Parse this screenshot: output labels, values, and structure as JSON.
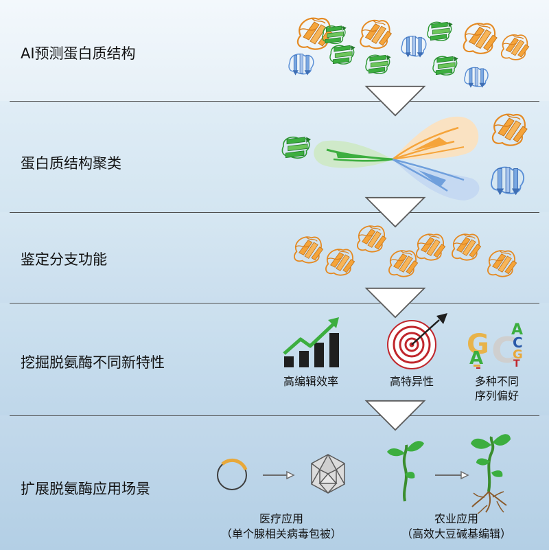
{
  "steps": [
    {
      "label": "AI预测蛋白质结构"
    },
    {
      "label": "蛋白质结构聚类"
    },
    {
      "label": "鉴定分支功能"
    },
    {
      "label": "挖掘脱氨酶不同新特性"
    },
    {
      "label": "扩展脱氨酶应用场景"
    }
  ],
  "properties": {
    "efficiency": "高编辑效率",
    "specificity": "高特异性",
    "preference_line1": "多种不同",
    "preference_line2": "序列偏好"
  },
  "logo_letters": {
    "g": "G",
    "c": "C",
    "a1": "A",
    "a2": "A",
    "c2": "C",
    "g2": "G",
    "t": "T"
  },
  "applications": {
    "medical_title": "医疗应用",
    "medical_detail": "（单个腺相关病毒包被）",
    "agri_title": "农业应用",
    "agri_detail": "（高效大豆碱基编辑）"
  },
  "colors": {
    "band1": "#eaf3f9",
    "band2": "#d9e8f3",
    "band3": "#cfe1ef",
    "band4": "#c4daeb",
    "band5": "#b8d2e7",
    "orange": "#f5a43a",
    "green": "#3cae3f",
    "blue": "#6f9fdc",
    "target_red": "#c0262c"
  }
}
